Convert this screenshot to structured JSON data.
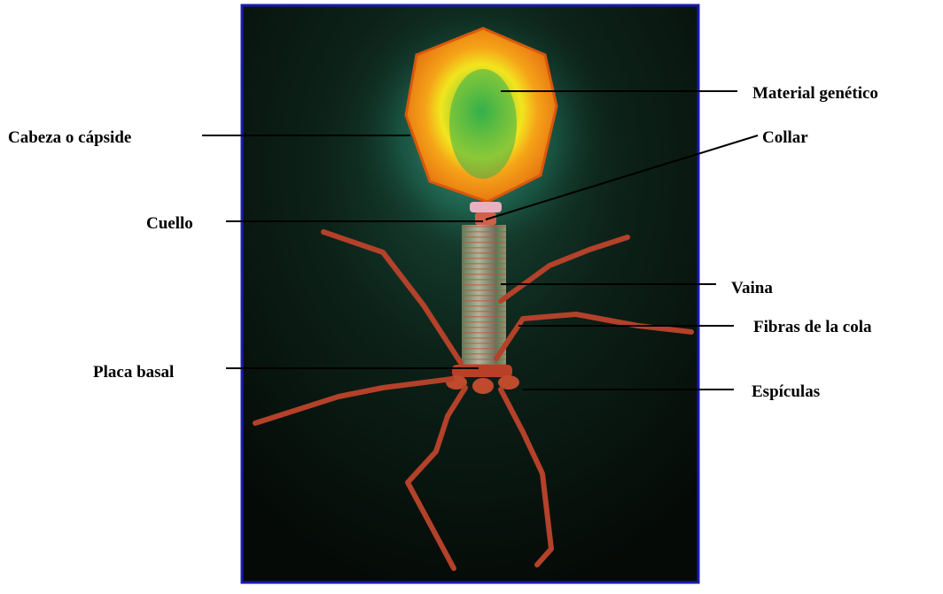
{
  "diagram": {
    "labels": {
      "material_genetico": "Material genético",
      "cabeza": "Cabeza o cápside",
      "collar": "Collar",
      "cuello": "Cuello",
      "vaina": "Vaina",
      "fibras": "Fibras de la cola",
      "placa": "Placa basal",
      "espiculas": "Espículas"
    }
  },
  "colors": {
    "frame": "#1a1ab0",
    "background": "#0a150f",
    "capsid_outer": "#e06a10",
    "capsid_inner": "#f0e020",
    "capsid_core": "#30b040",
    "fiber": "#b8402a",
    "sheath": "#8a9a70",
    "leader_line": "#000000"
  }
}
